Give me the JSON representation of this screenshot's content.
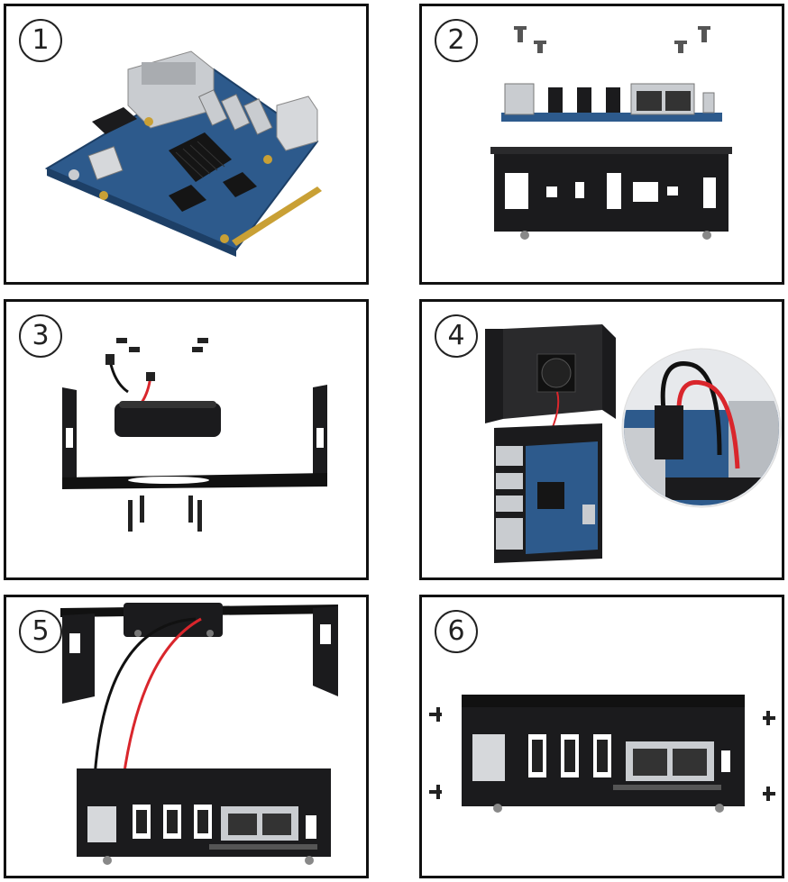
{
  "steps": [
    {
      "label": "1"
    },
    {
      "label": "2"
    },
    {
      "label": "3"
    },
    {
      "label": "4"
    },
    {
      "label": "5"
    },
    {
      "label": "6"
    }
  ],
  "colors": {
    "pcb_blue": "#2d5a8c",
    "case_black": "#1b1b1d",
    "heatsink": "#151515",
    "port_silver": "#c9ccd0",
    "wire_red": "#d9262c",
    "wire_black": "#111111",
    "gold": "#c9a035"
  }
}
